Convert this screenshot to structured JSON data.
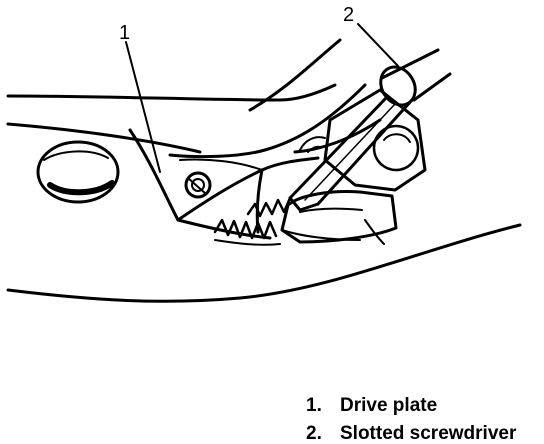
{
  "callouts": [
    {
      "id": "1",
      "text": "1"
    },
    {
      "id": "2",
      "text": "2"
    }
  ],
  "legend": [
    {
      "number": "1.",
      "label": "Drive plate"
    },
    {
      "number": "2.",
      "label": "Slotted screwdriver"
    }
  ]
}
